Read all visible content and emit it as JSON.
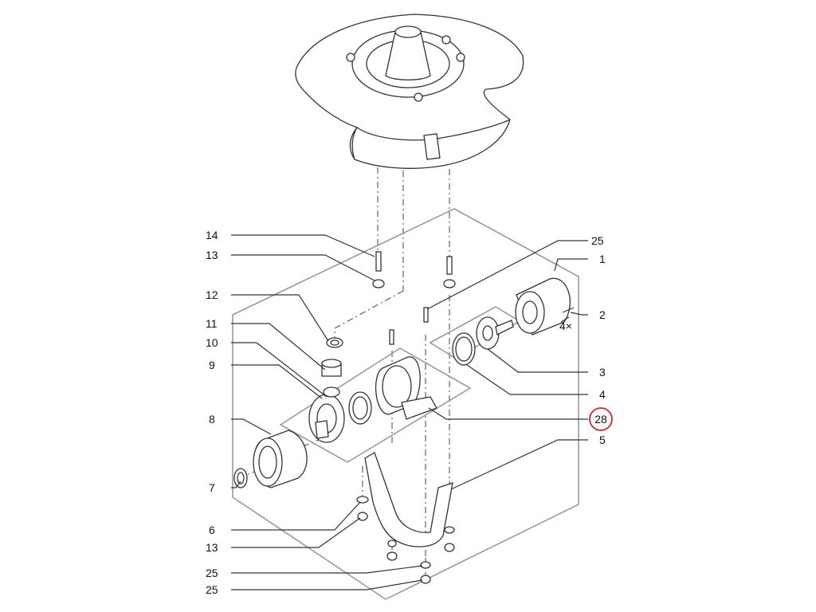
{
  "callouts": [
    {
      "id": "c14",
      "text": "14"
    },
    {
      "id": "c13a",
      "text": "13"
    },
    {
      "id": "c12",
      "text": "12"
    },
    {
      "id": "c11",
      "text": "11"
    },
    {
      "id": "c10",
      "text": "10"
    },
    {
      "id": "c9",
      "text": "9"
    },
    {
      "id": "c8",
      "text": "8"
    },
    {
      "id": "c7",
      "text": "7"
    },
    {
      "id": "c6",
      "text": "6"
    },
    {
      "id": "c13b",
      "text": "13"
    },
    {
      "id": "c25a",
      "text": "25"
    },
    {
      "id": "c25b",
      "text": "25"
    },
    {
      "id": "c25c",
      "text": "25"
    },
    {
      "id": "c1",
      "text": "1"
    },
    {
      "id": "c2",
      "text": "2"
    },
    {
      "id": "c4x",
      "text": "4×"
    },
    {
      "id": "c3",
      "text": "3"
    },
    {
      "id": "c4",
      "text": "4"
    },
    {
      "id": "c28",
      "text": "28"
    },
    {
      "id": "c5",
      "text": "5"
    }
  ],
  "highlight": {
    "label": "28",
    "color": "#d9242b"
  }
}
